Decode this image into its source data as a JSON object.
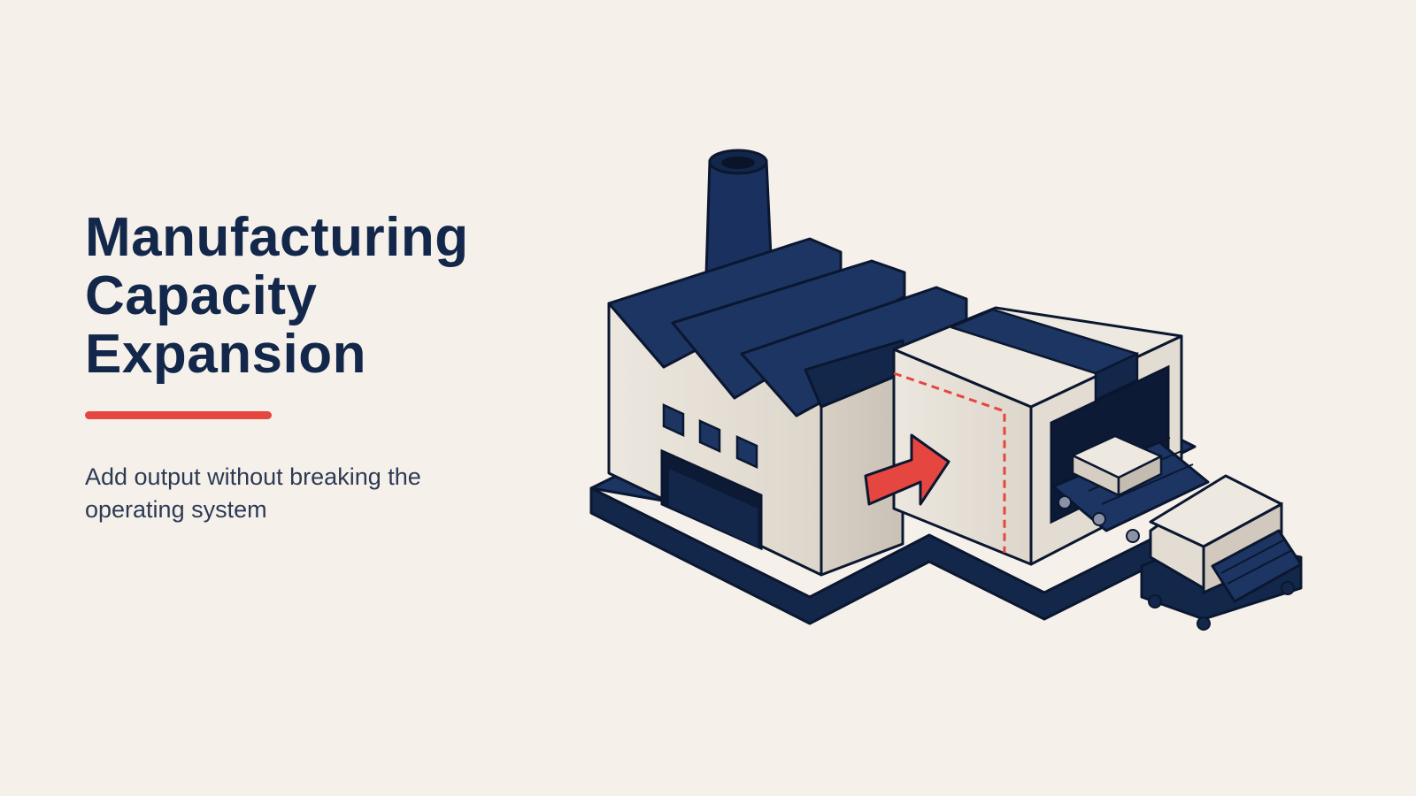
{
  "slide": {
    "title_lines": [
      "Manufacturing",
      "Capacity",
      "Expansion"
    ],
    "subtitle": "Add output without breaking the operating system"
  },
  "illustration": {
    "subject": "factory-expansion-icon",
    "elements": [
      "smokestack-icon",
      "sawtooth-roof-icon",
      "expansion-arrow-icon",
      "conveyor-belt-icon",
      "product-box-icon"
    ]
  },
  "colors": {
    "background": "#f5f1ea",
    "navy": "#13274b",
    "accent": "#e5463f",
    "wall": "#e7e1d8",
    "text_muted": "#2d3a54"
  }
}
